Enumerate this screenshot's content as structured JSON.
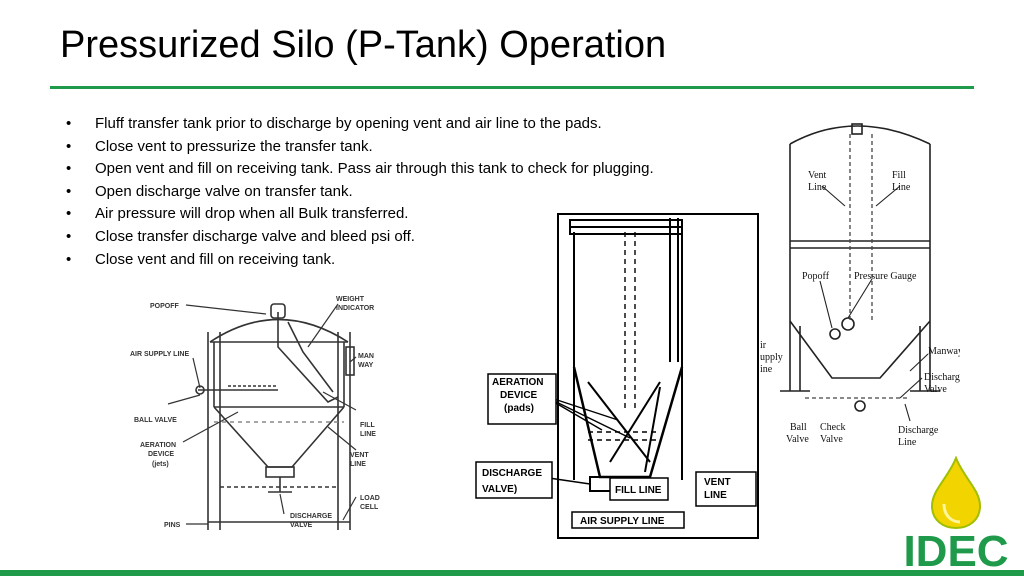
{
  "slide": {
    "title": "Pressurized Silo (P-Tank) Operation",
    "accent_color": "#1e9a4a",
    "bullets": [
      "Fluff transfer tank prior to discharge by opening vent and air line to the pads.",
      "Close vent to pressurize the transfer tank.",
      "Open vent and fill on receiving tank. Pass air through this tank to check for plugging.",
      "Open discharge valve on transfer tank.",
      "Air pressure will drop when all Bulk transferred.",
      "Close transfer discharge valve and bleed psi off.",
      "Close vent and fill on receiving tank."
    ]
  },
  "diagram_left": {
    "labels": {
      "popoff": "POPOFF",
      "weight_indicator_1": "WEIGHT",
      "weight_indicator_2": "INDICATOR",
      "air_supply_line": "AIR SUPPLY LINE",
      "man_way_1": "MAN",
      "man_way_2": "WAY",
      "ball_valve": "BALL VALVE",
      "fill_line_1": "FILL",
      "fill_line_2": "LINE",
      "aeration_1": "AERATION",
      "aeration_2": "DEVICE",
      "aeration_3": "(jets)",
      "vent_line_1": "VENT",
      "vent_line_2": "LINE",
      "load_cell_1": "LOAD",
      "load_cell_2": "CELL",
      "discharge_valve_1": "DISCHARGE",
      "discharge_valve_2": "VALVE",
      "pins": "PINS"
    }
  },
  "diagram_middle": {
    "labels": {
      "aeration_1": "AERATION",
      "aeration_2": "DEVICE",
      "aeration_3": "(pads)",
      "discharge_1": "DISCHARGE",
      "discharge_2": "VALVE)",
      "fill_line": "FILL LINE",
      "vent_1": "VENT",
      "vent_2": "LINE",
      "air_supply_line": "AIR SUPPLY LINE"
    }
  },
  "diagram_right": {
    "labels": {
      "vent_1": "Vent",
      "vent_2": "Line",
      "fill_1": "Fill",
      "fill_2": "Line",
      "popoff": "Popoff",
      "pressure_gauge": "Pressure Gauge",
      "air_1": "ir",
      "air_2": "upply",
      "air_3": "ine",
      "manway": "Manway",
      "discharge_valve_1": "Discharge",
      "discharge_valve_2": "Valve",
      "ball_valve_1": "Ball",
      "ball_valve_2": "Valve",
      "check_valve_1": "Check",
      "check_valve_2": "Valve",
      "discharge_line_1": "Discharge",
      "discharge_line_2": "Line"
    }
  },
  "logo": {
    "text": "IDEC",
    "icon": "oil-drop-icon"
  }
}
